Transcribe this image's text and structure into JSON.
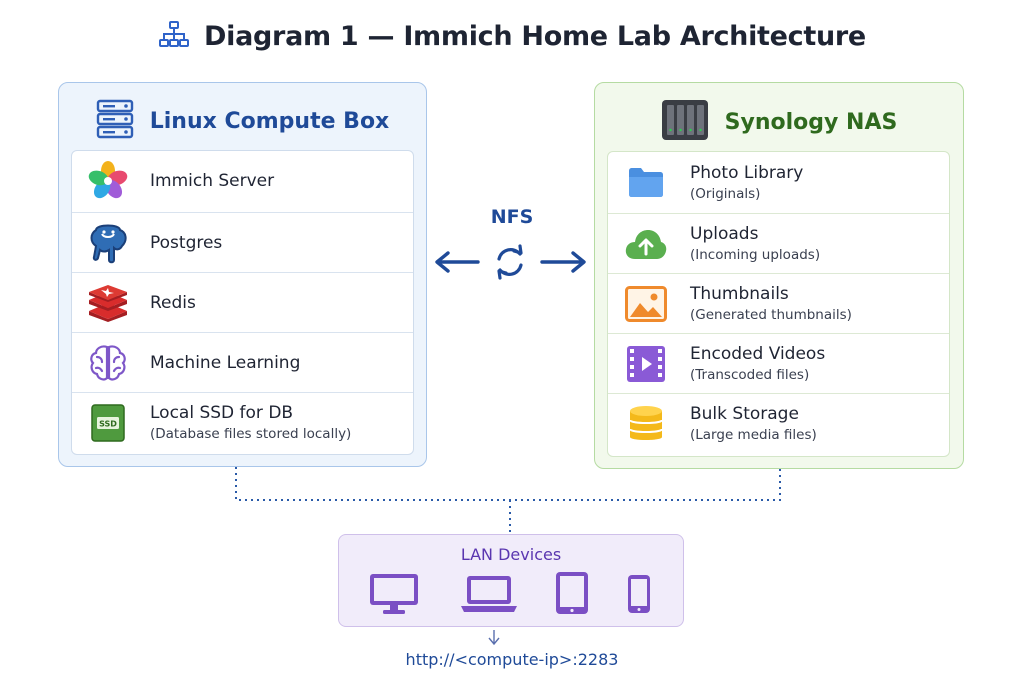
{
  "title": "Diagram 1 — Immich Home Lab Architecture",
  "linux_box": {
    "title": "Linux Compute Box",
    "items": [
      {
        "label": "Immich Server",
        "icon": "immich-logo-icon"
      },
      {
        "label": "Postgres",
        "icon": "postgres-elephant-icon"
      },
      {
        "label": "Redis",
        "icon": "redis-icon"
      },
      {
        "label": "Machine Learning",
        "icon": "brain-icon"
      },
      {
        "label": "Local SSD for DB",
        "sub": "(Database files stored locally)",
        "icon": "ssd-icon",
        "icon_text": "SSD"
      }
    ]
  },
  "nas": {
    "title": "Synology NAS",
    "items": [
      {
        "label": "Photo Library",
        "sub": "(Originals)",
        "icon": "folder-icon"
      },
      {
        "label": "Uploads",
        "sub": "(Incoming uploads)",
        "icon": "cloud-upload-icon"
      },
      {
        "label": "Thumbnails",
        "sub": "(Generated thumbnails)",
        "icon": "image-icon"
      },
      {
        "label": "Encoded Videos",
        "sub": "(Transcoded files)",
        "icon": "video-icon"
      },
      {
        "label": "Bulk Storage",
        "sub": "(Large media files)",
        "icon": "database-icon"
      }
    ]
  },
  "link": {
    "label": "NFS",
    "icon": "sync-icon"
  },
  "lan": {
    "title": "LAN Devices",
    "devices": [
      "monitor-icon",
      "laptop-icon",
      "tablet-icon",
      "phone-icon"
    ]
  },
  "url": "http://<compute-ip>:2283",
  "colors": {
    "linux_accent": "#1f4a98",
    "nas_accent": "#2f6a1e",
    "lan_accent": "#5a36b0"
  }
}
